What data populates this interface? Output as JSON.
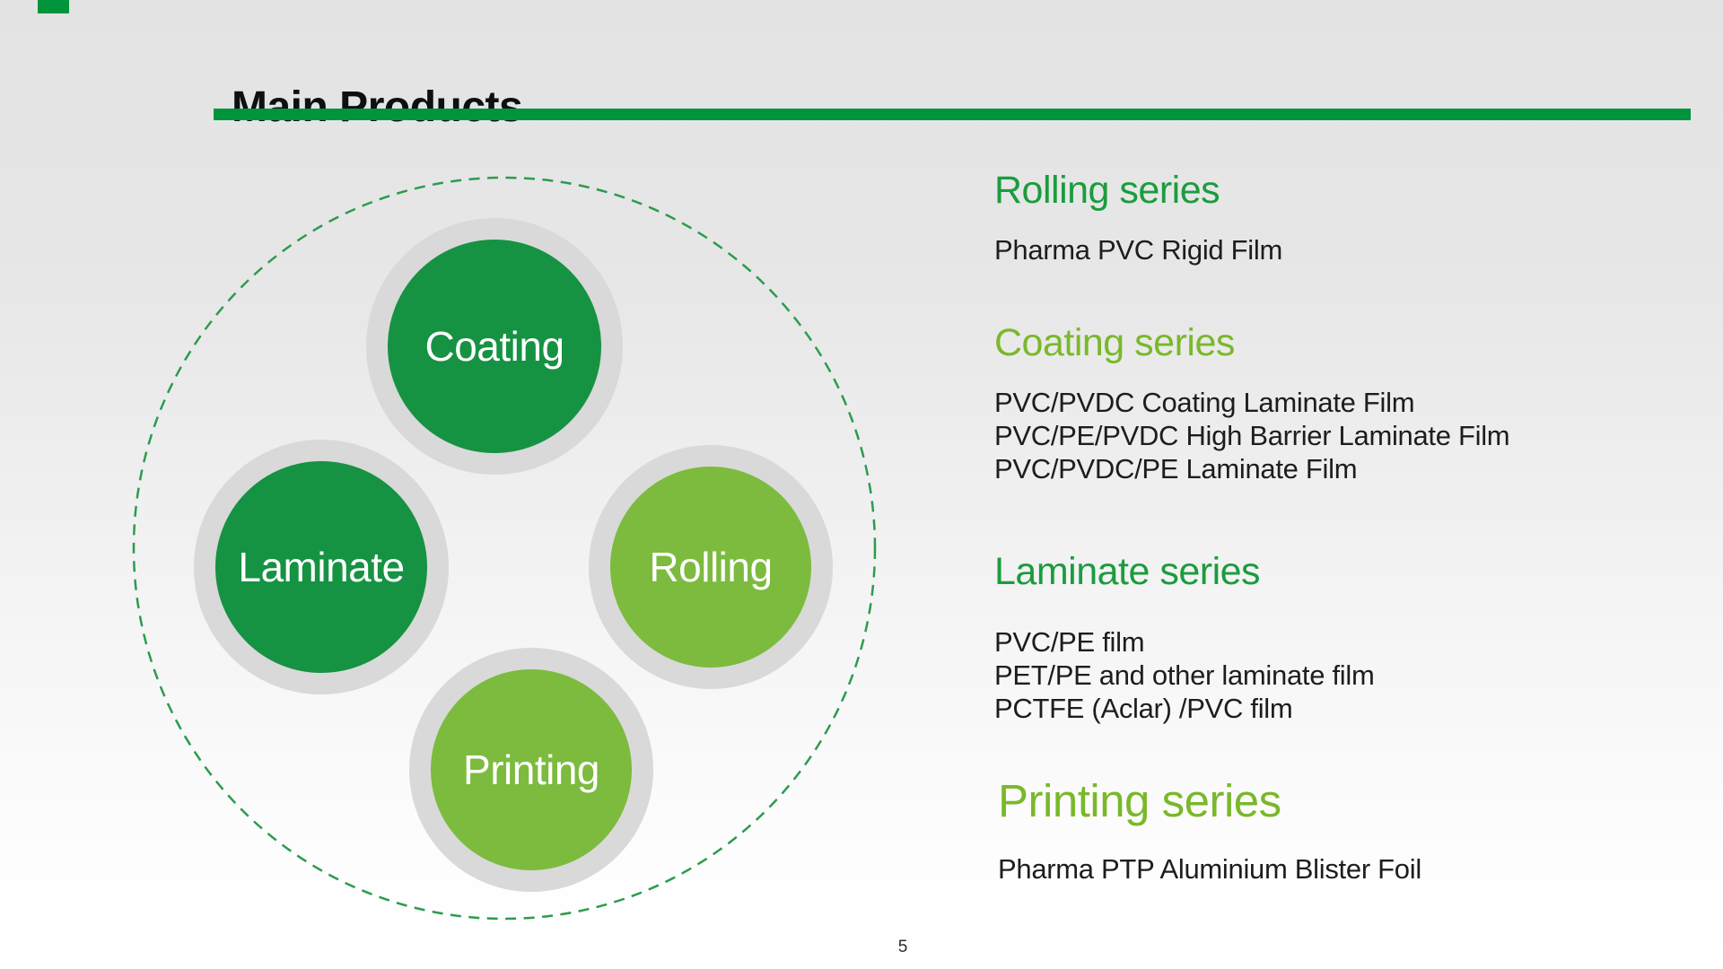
{
  "slide": {
    "title": "Main Products",
    "page_number": "5"
  },
  "diagram": {
    "circles": [
      {
        "label": "Coating",
        "tone": "dark-green"
      },
      {
        "label": "Laminate",
        "tone": "dark-green"
      },
      {
        "label": "Rolling",
        "tone": "light-green"
      },
      {
        "label": "Printing",
        "tone": "light-green"
      }
    ]
  },
  "sections": [
    {
      "heading": "Rolling series",
      "heading_tone": "dark-green",
      "items": [
        "Pharma PVC Rigid Film"
      ]
    },
    {
      "heading": "Coating series",
      "heading_tone": "light-green",
      "items": [
        "PVC/PVDC Coating Laminate Film",
        "PVC/PE/PVDC High Barrier Laminate Film",
        "PVC/PVDC/PE Laminate Film"
      ]
    },
    {
      "heading": "Laminate series",
      "heading_tone": "dark-green",
      "items": [
        "PVC/PE film",
        "PET/PE and other laminate film",
        "PCTFE (Aclar) /PVC film"
      ]
    },
    {
      "heading": "Printing series",
      "heading_tone": "light-green",
      "items": [
        "Pharma PTP Aluminium Blister Foil"
      ]
    }
  ],
  "colors": {
    "accent_bar": "#00943D",
    "circle_dark_green": "#169243",
    "circle_light_green": "#7CBB3E",
    "heading_dark_green": "#1B9C3E",
    "heading_light_green": "#7AB82B",
    "circle_ring_gray": "#D9D9D9",
    "dashed_outline_green": "#2A9C4D"
  }
}
